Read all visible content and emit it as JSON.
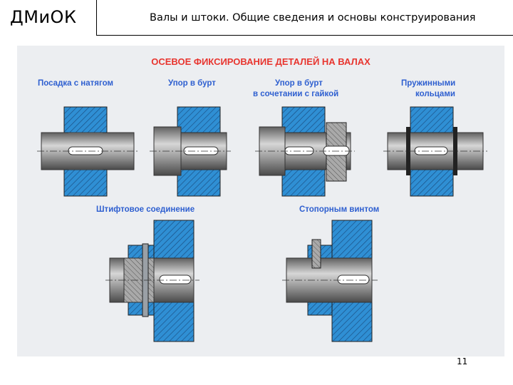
{
  "header": {
    "logo_text": "ДМиОК",
    "slide_title": "Валы и штоки. Общие сведения и основы конструирования"
  },
  "figure": {
    "title": "ОСЕВОЕ ФИКСИРОВАНИЕ ДЕТАЛЕЙ НА ВАЛАХ",
    "labels": {
      "press_fit": "Посадка с натягом",
      "shoulder": "Упор в бурт",
      "shoulder_nut_1": "Упор в бурт",
      "shoulder_nut_2": "в сочетании с гайкой",
      "rings_1": "Пружинными",
      "rings_2": "кольцами",
      "pin": "Штифтовое соединение",
      "set_screw": "Стопорным винтом"
    }
  },
  "colors": {
    "title_red": "#e8352f",
    "label_blue": "#2e5fd0",
    "hub_blue": "#2f8fd4",
    "shaft_gray": "#8d8d8d",
    "figure_bg": "#eceef1"
  },
  "footer": {
    "page_number": "11"
  }
}
